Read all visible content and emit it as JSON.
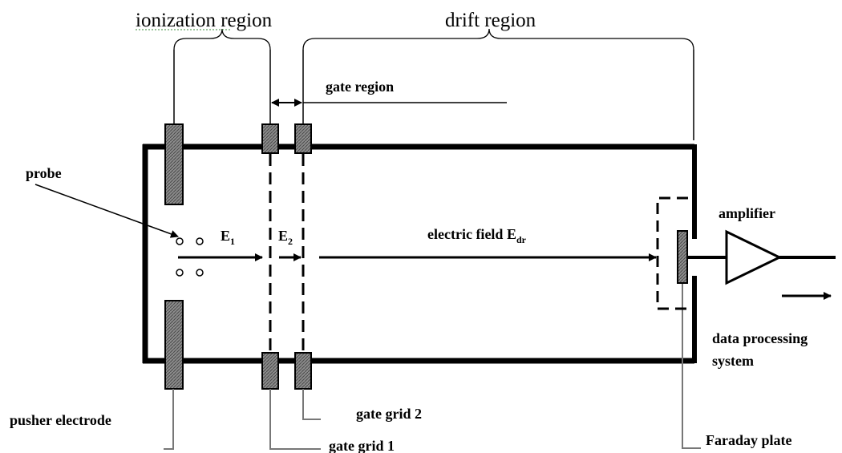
{
  "labels": {
    "ionization_region": "ionization region",
    "drift_region": "drift region",
    "gate_region": "gate region",
    "probe": "probe",
    "e1_letter": "E",
    "e1_sub": "1",
    "e2_letter": "E",
    "e2_sub": "2",
    "electric_field": "electric field E",
    "electric_field_sub": "dr",
    "amplifier": "amplifier",
    "data_processing_line1": "data processing",
    "data_processing_line2": "system",
    "pusher_electrode": "pusher electrode",
    "gate_grid_2": "gate grid 2",
    "gate_grid_1": "gate grid 1",
    "faraday_plate": "Faraday plate"
  },
  "colors": {
    "stroke": "#000000",
    "electrode_fill": "#8c8c8c",
    "leader_gray": "#777777",
    "spellcheck_underline": "#3a8a3a"
  }
}
